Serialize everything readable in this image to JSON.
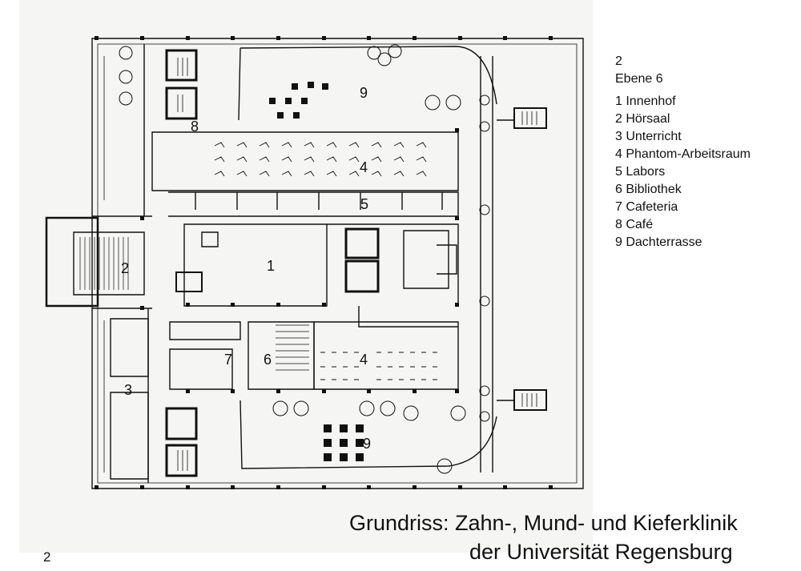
{
  "legend": {
    "figure_number": "2",
    "level": "Ebene 6",
    "items": [
      "1 Innenhof",
      "2 Hörsaal",
      "3 Unterricht",
      "4 Phantom-Arbeitsraum",
      "5 Labors",
      "6 Bibliothek",
      "7 Cafeteria",
      "8 Café",
      "9 Dachterrasse"
    ]
  },
  "plan_labels": {
    "innenhof": "1",
    "hoersaal": "2",
    "unterricht": "3",
    "phantom_upper": "4",
    "phantom_lower": "4",
    "labors": "5",
    "bibliothek": "6",
    "cafeteria": "7",
    "cafe": "8",
    "dachterrasse_upper": "9",
    "dachterrasse_lower": "9"
  },
  "caption": {
    "line1": "Grundriss: Zahn-, Mund- und Kieferklinik",
    "line2": "der Universität Regensburg"
  },
  "page_number": "2"
}
